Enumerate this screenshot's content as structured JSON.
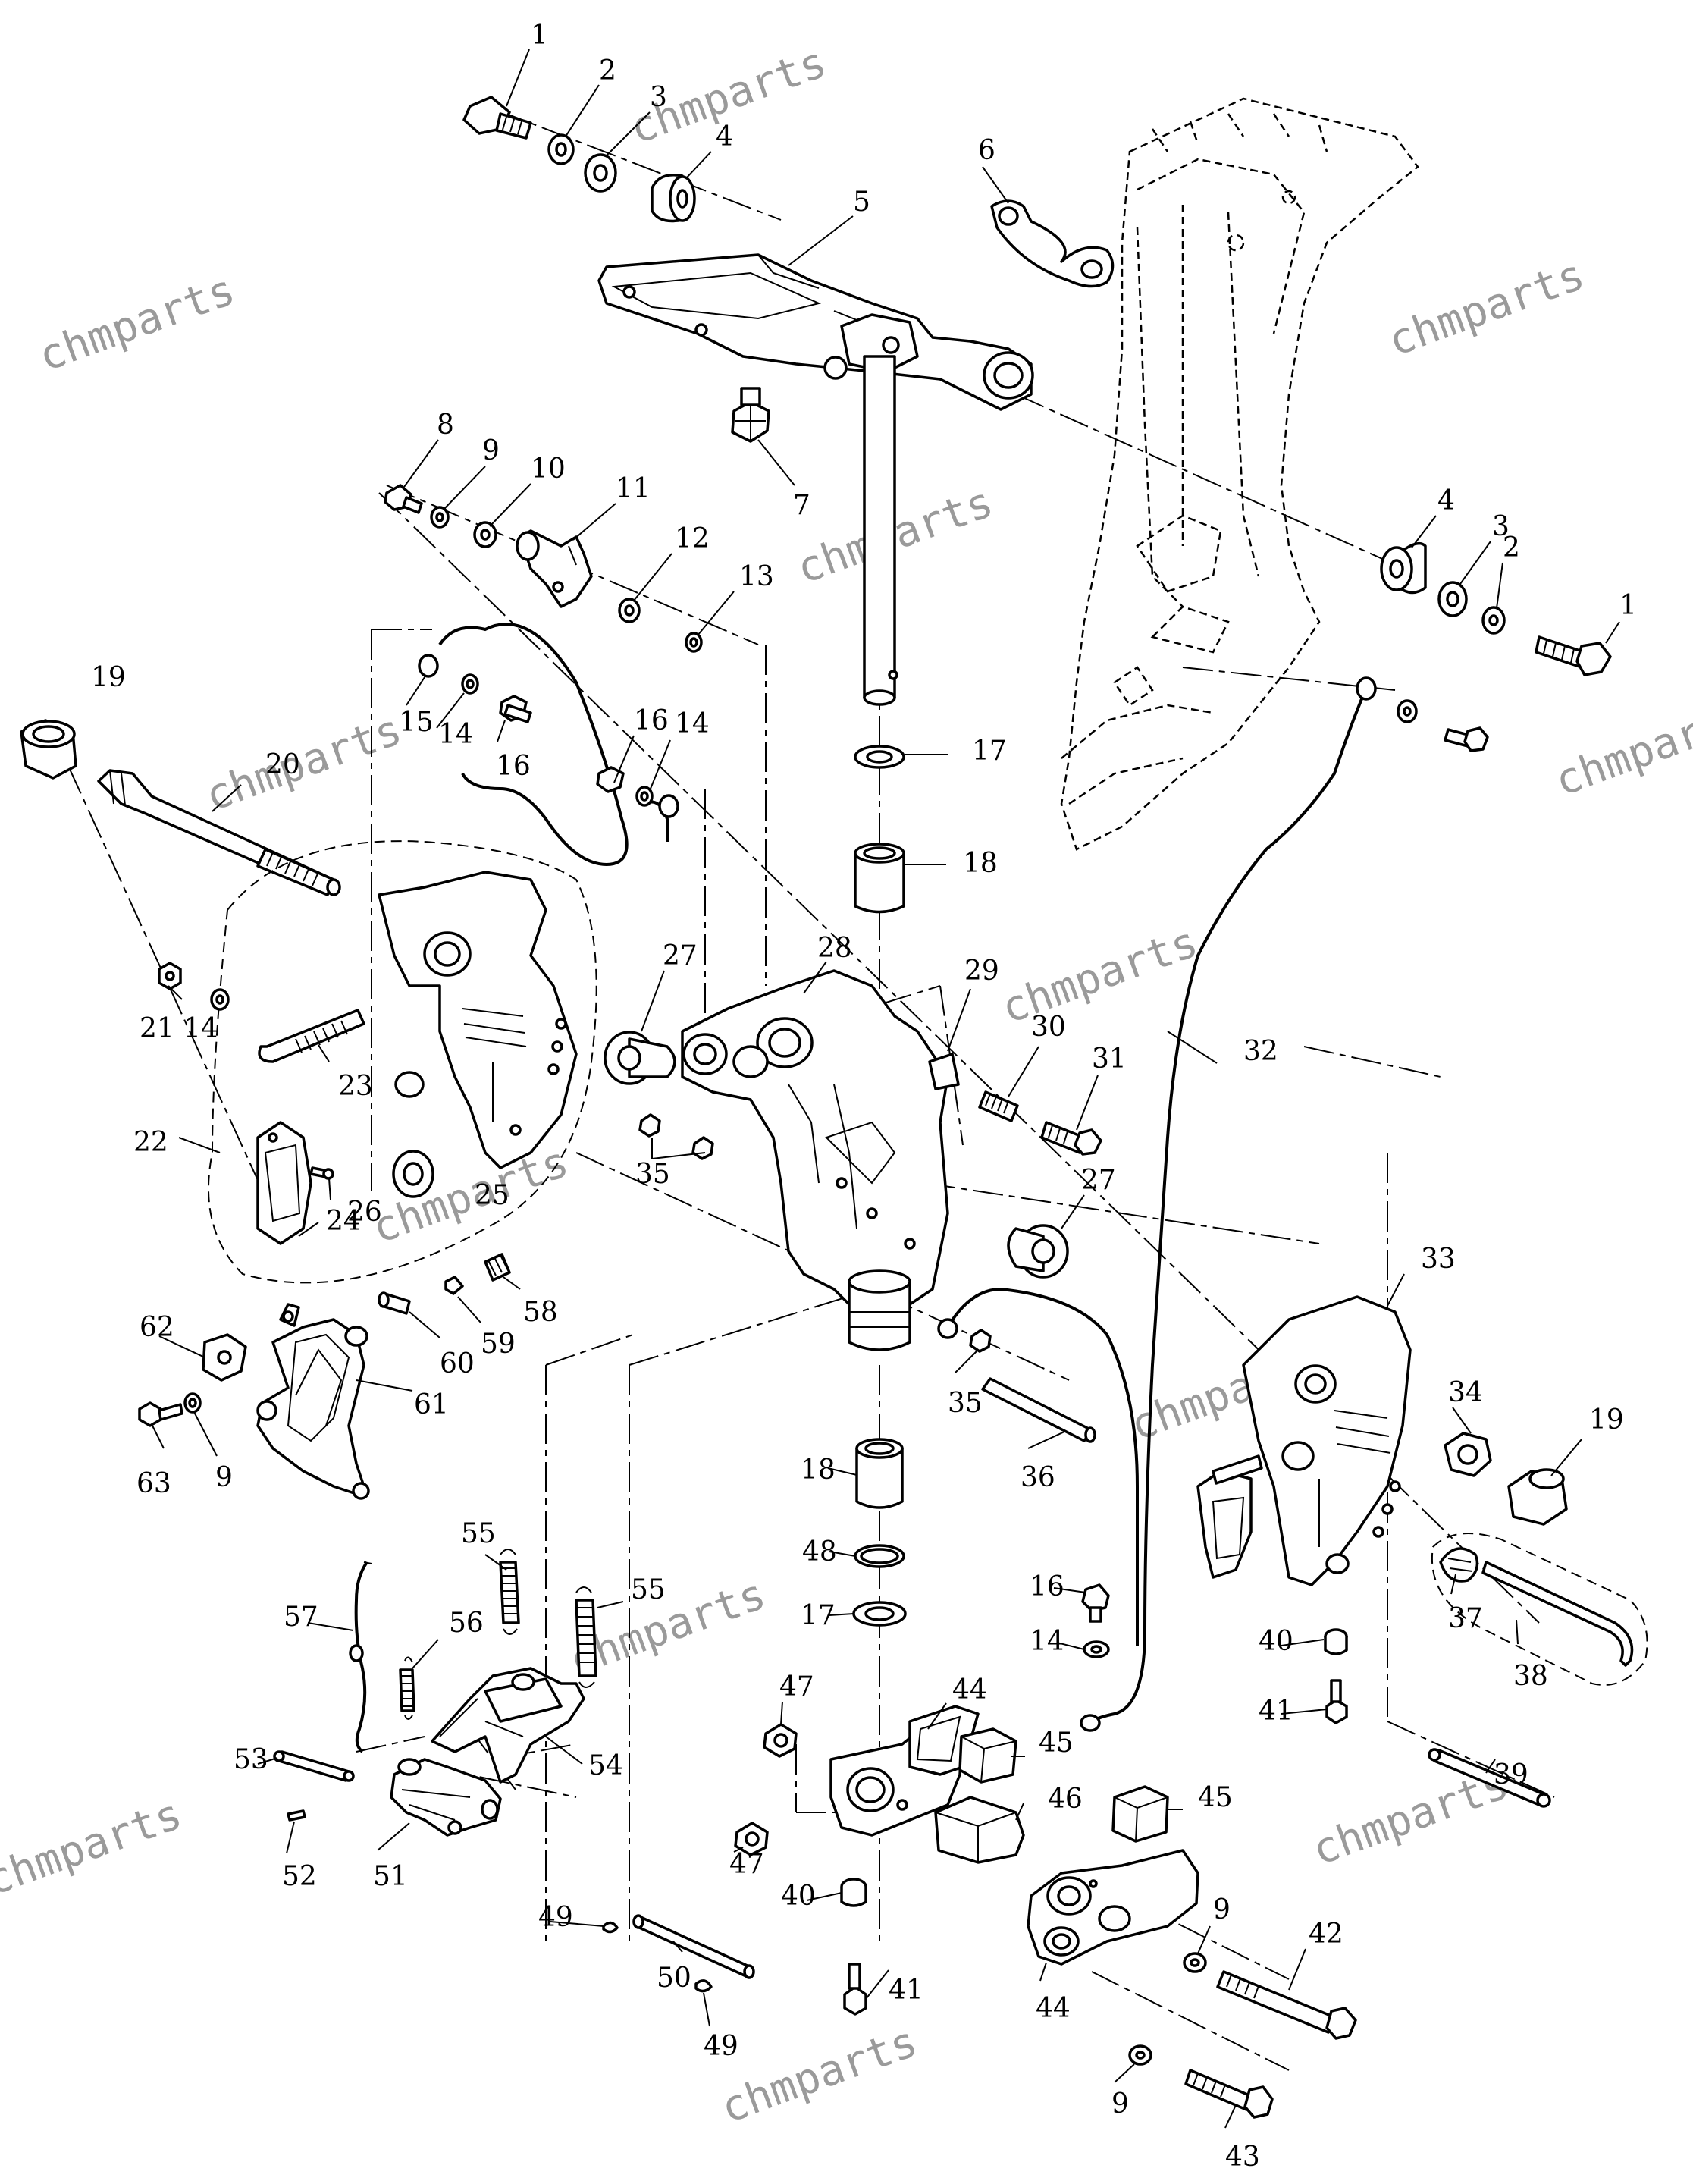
{
  "watermark_text": "chmparts",
  "callouts": [
    "1",
    "2",
    "3",
    "4",
    "5",
    "6",
    "7",
    "8",
    "9",
    "10",
    "11",
    "12",
    "13",
    "14",
    "15",
    "16",
    "17",
    "18",
    "19",
    "20",
    "21",
    "22",
    "23",
    "24",
    "25",
    "26",
    "27",
    "28",
    "29",
    "30",
    "31",
    "32",
    "33",
    "34",
    "35",
    "36",
    "37",
    "38",
    "39",
    "40",
    "41",
    "42",
    "43",
    "44",
    "45",
    "46",
    "47",
    "48",
    "49",
    "50",
    "51",
    "52",
    "53",
    "54",
    "55",
    "56",
    "57",
    "58",
    "59",
    "60",
    "61",
    "62",
    "63"
  ]
}
